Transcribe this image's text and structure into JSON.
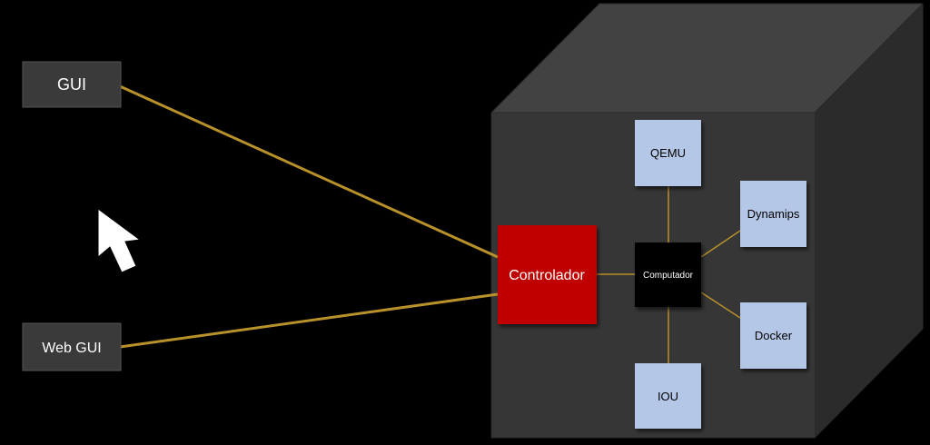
{
  "clients": {
    "gui_label": "GUI",
    "webgui_label": "Web GUI"
  },
  "server": {
    "controller_label": "Controlador",
    "compute_label": "Computador",
    "emulators": {
      "qemu": "QEMU",
      "dynamips": "Dynamips",
      "docker": "Docker",
      "iou": "IOU"
    }
  },
  "colors": {
    "background": "#000000",
    "client_box": "#3a3a3a",
    "cube_front": "#363636",
    "cube_top": "#424242",
    "cube_side": "#2b2b2b",
    "controller": "#c00000",
    "compute": "#000000",
    "emulator": "#b4c7e7",
    "link_gold": "#b8912a"
  }
}
